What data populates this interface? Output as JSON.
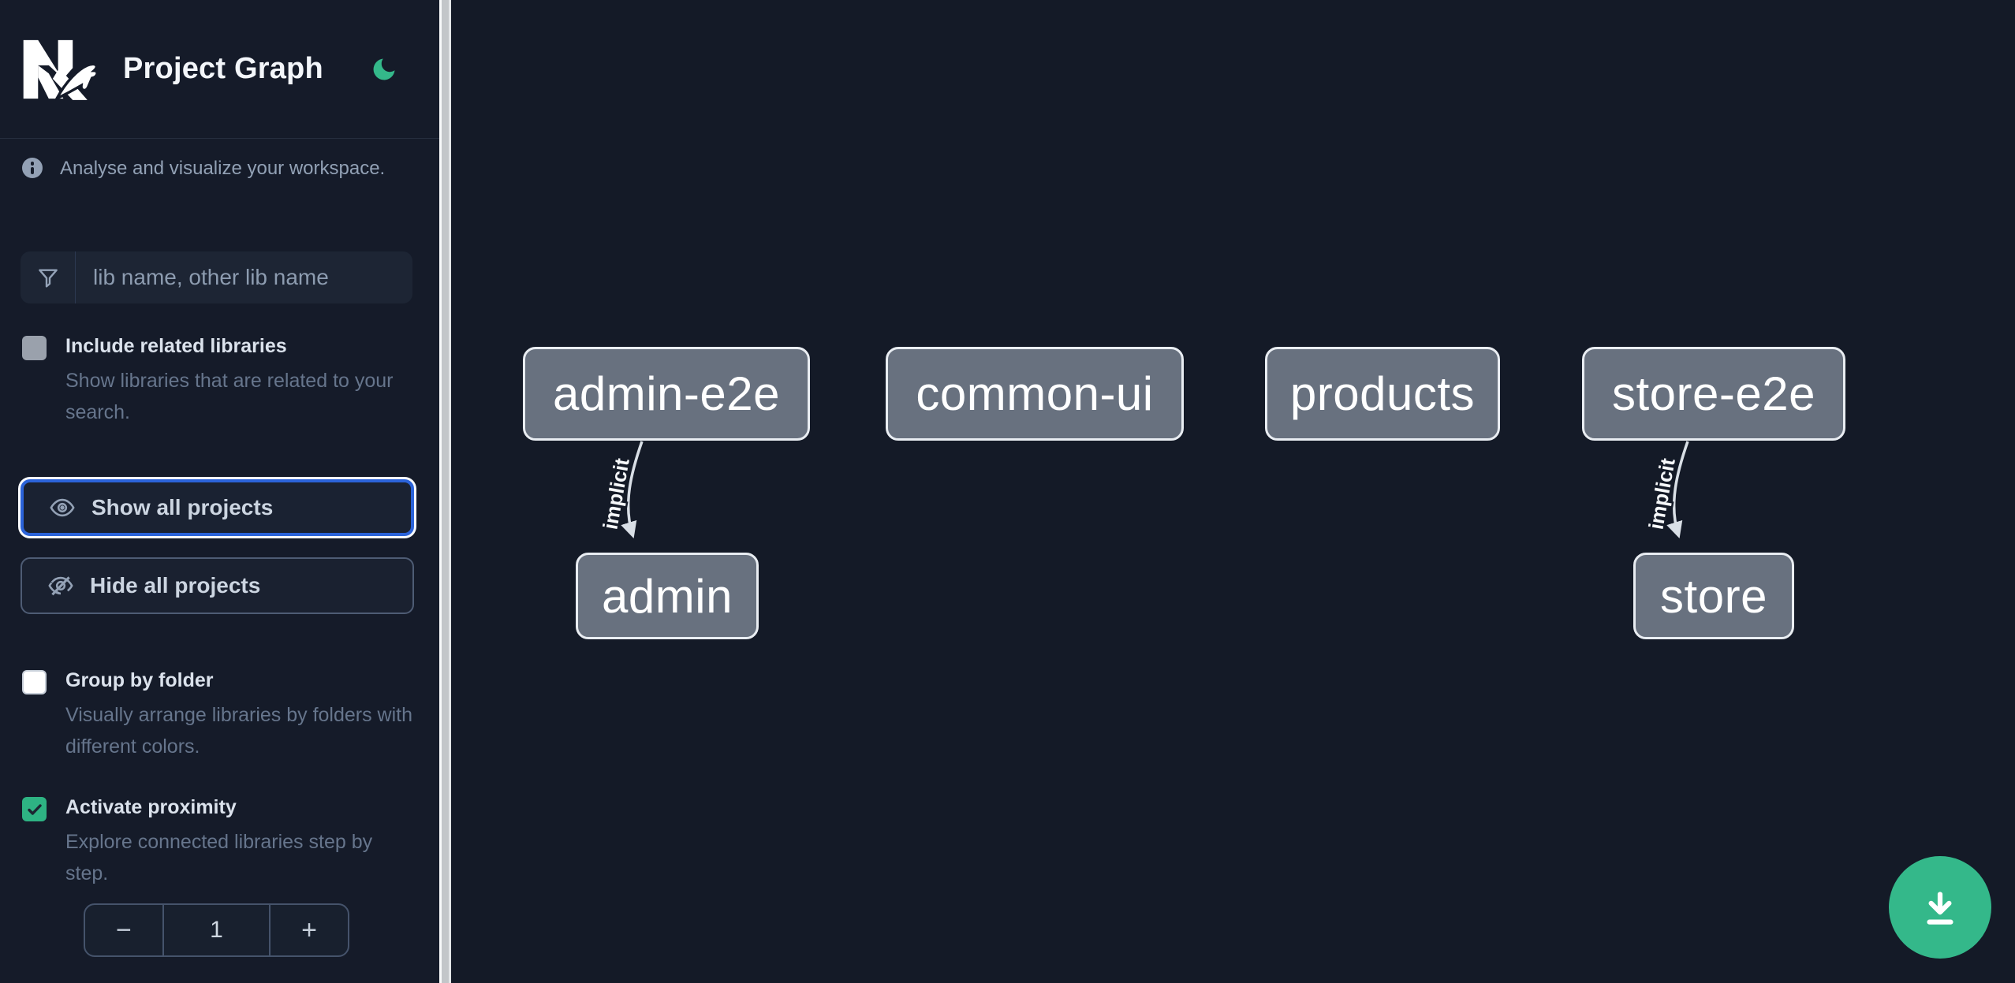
{
  "colors": {
    "canvas_bg": "#141a27",
    "sidebar_bg": "#151b29",
    "accent_green": "#34b88a",
    "focus_blue": "#2b63d9",
    "node_fill": "#68717f",
    "node_border": "#e9edf2",
    "edge": "#d9dfe6",
    "muted_text": "#92a1b5"
  },
  "header": {
    "brand": "Nx",
    "title": "Project Graph"
  },
  "sidebar": {
    "info_text": "Analyse and visualize your workspace.",
    "filter": {
      "placeholder": "lib name, other lib name"
    },
    "include_related": {
      "label": "Include related libraries",
      "description": "Show libraries that are related to your search.",
      "checked": false
    },
    "show_all": {
      "label": "Show all projects",
      "focused": true
    },
    "hide_all": {
      "label": "Hide all projects"
    },
    "group_by_folder": {
      "label": "Group by folder",
      "description": "Visually arrange libraries by folders with different colors.",
      "checked": false
    },
    "activate_proximity": {
      "label": "Activate proximity",
      "description": "Explore connected libraries step by step.",
      "checked": true
    },
    "proximity_stepper": {
      "decrement_label": "−",
      "value": "1",
      "increment_label": "+"
    }
  },
  "graph": {
    "nodes": [
      {
        "label": "admin-e2e"
      },
      {
        "label": "common-ui"
      },
      {
        "label": "products"
      },
      {
        "label": "store-e2e"
      },
      {
        "label": "admin"
      },
      {
        "label": "store"
      }
    ],
    "edges": [
      {
        "source": "admin-e2e",
        "target": "admin",
        "type": "implicit",
        "label": "implicit"
      },
      {
        "source": "store-e2e",
        "target": "store",
        "type": "implicit",
        "label": "implicit"
      }
    ]
  }
}
